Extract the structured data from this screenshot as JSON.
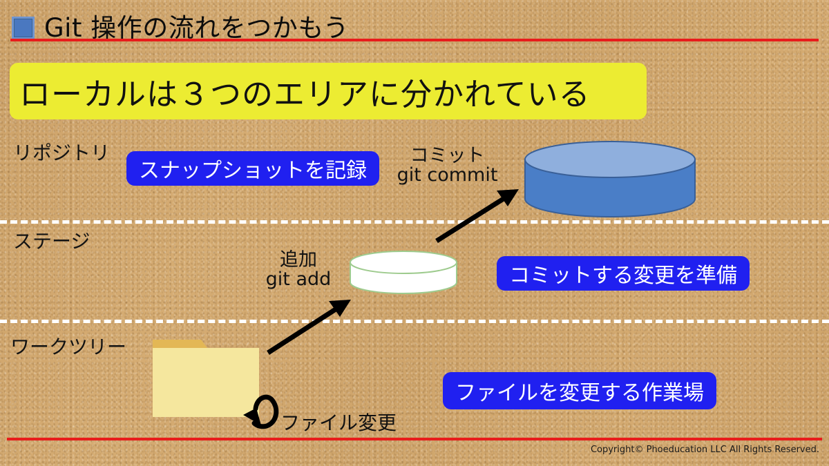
{
  "header": {
    "bullet_icon": "blue-square-icon",
    "title": "Git 操作の流れをつかもう",
    "rule_color": "#e81c1c"
  },
  "banner": {
    "text": "ローカルは３つのエリアに分かれている",
    "background": "#ecec32",
    "text_color": "#111111"
  },
  "areas": [
    {
      "key": "repository",
      "label": "リポジトリ"
    },
    {
      "key": "stage",
      "label": "ステージ"
    },
    {
      "key": "worktree",
      "label": "ワークツリー"
    }
  ],
  "callouts": [
    {
      "key": "repository",
      "text": "スナップショットを記録",
      "background": "#2020f0",
      "text_color": "#ffffff"
    },
    {
      "key": "stage",
      "text": "コミットする変更を準備",
      "background": "#2020f0",
      "text_color": "#ffffff"
    },
    {
      "key": "worktree",
      "text": "ファイルを変更する作業場",
      "background": "#2020f0",
      "text_color": "#ffffff"
    }
  ],
  "commands": [
    {
      "key": "commit",
      "jp": "コミット",
      "en": "git commit"
    },
    {
      "key": "add",
      "jp": "追加",
      "en": "git add"
    }
  ],
  "file_change": {
    "caption": "ファイル変更",
    "icon": "loop-arrow-icon"
  },
  "shapes": {
    "repository_cylinder": {
      "icon": "database-cylinder-icon",
      "body_color": "#4a7ec7",
      "top_color": "#8fafdd",
      "stroke": "#3a6098"
    },
    "stage_cylinder": {
      "icon": "database-cylinder-icon",
      "body_color": "#ffffff",
      "top_color": "#ffffff",
      "stroke": "#9ecb8e"
    },
    "worktree_folder": {
      "icon": "folder-icon",
      "body_color": "#f5e79e",
      "tab_color": "#e3b755"
    },
    "arrow_add": {
      "icon": "arrow-up-right-icon",
      "color": "#000000"
    },
    "arrow_commit": {
      "icon": "arrow-up-right-icon",
      "color": "#000000"
    }
  },
  "dividers": {
    "color": "#ffffff",
    "style": "dashed"
  },
  "footer": {
    "copyright": "Copyright© Phoeducation LLC All Rights Reserved."
  },
  "background": {
    "color": "#d2a86e",
    "texture": "cork"
  }
}
